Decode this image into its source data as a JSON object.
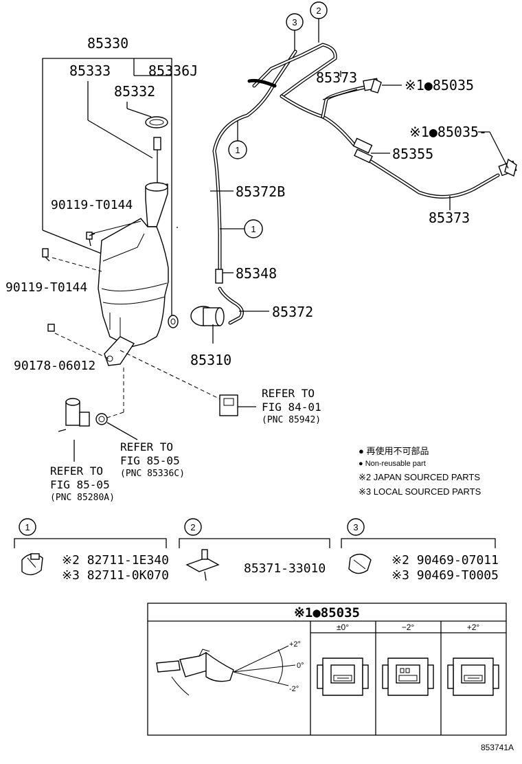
{
  "labels": {
    "p85330": "85330",
    "p85333": "85333",
    "p85336J": "85336J",
    "p85332": "85332",
    "p90119a": "90119-T0144",
    "p90119b": "90119-T0144",
    "p90178": "90178-06012",
    "p85373a": "85373",
    "p85035a": "※1●85035",
    "p85035b": "※1●85035-",
    "p85355": "85355",
    "p85373b": "85373",
    "p85372B": "85372B",
    "p85348": "85348",
    "p85372": "85372",
    "p85310": "85310"
  },
  "callouts": {
    "c1a": "1",
    "c1b": "1",
    "c2": "2",
    "c3": "3"
  },
  "refs": {
    "ref1": {
      "line1": "REFER TO",
      "line2": "FIG 84-01",
      "line3": "(PNC 85942)"
    },
    "ref2": {
      "line1": "REFER TO",
      "line2": "FIG 85-05",
      "line3": "(PNC 85336C)"
    },
    "ref3": {
      "line1": "REFER TO",
      "line2": "FIG 85-05",
      "line3": "(PNC 85280A)"
    }
  },
  "legend": {
    "line1": "● 再使用不可部品",
    "line2": "● Non-reusable part",
    "line3": "※2 JAPAN SOURCED PARTS",
    "line4": "※3 LOCAL SOURCED PARTS"
  },
  "subparts": {
    "s1": {
      "num": "1",
      "a": "※2 82711-1E340",
      "b": "※3 82711-0K070"
    },
    "s2": {
      "num": "2",
      "a": "85371-33010"
    },
    "s3": {
      "num": "3",
      "a": "※2 90469-07011",
      "b": "※3 90469-T0005"
    }
  },
  "nozzle_table": {
    "title": "※1●85035",
    "angle_top": "+2°",
    "angle_mid": "0°",
    "angle_bot": "-2°",
    "cols": [
      "±0°",
      "−2°",
      "+2°"
    ]
  },
  "footer": "853741A"
}
